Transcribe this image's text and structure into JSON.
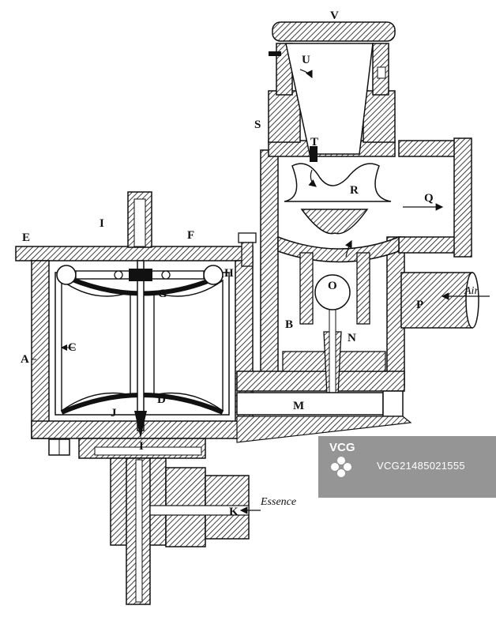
{
  "labels": {
    "A": "A",
    "B": "B",
    "C": "C",
    "D": "D",
    "E": "E",
    "F": "F",
    "G": "G",
    "H": "H",
    "I_top": "I",
    "I_bottom": "I",
    "J": "J",
    "K": "K",
    "M": "M",
    "N": "N",
    "O": "O",
    "P": "P",
    "Q": "Q",
    "R": "R",
    "S": "S",
    "T": "T",
    "U": "U",
    "V": "V"
  },
  "annotations": {
    "air": "Air",
    "essence": "Essence"
  },
  "watermark": {
    "logo_text": "VCG",
    "id_text": "VCG21485021555"
  },
  "colors": {
    "ink": "#111111",
    "watermark_bg": "#8a8a8a"
  }
}
